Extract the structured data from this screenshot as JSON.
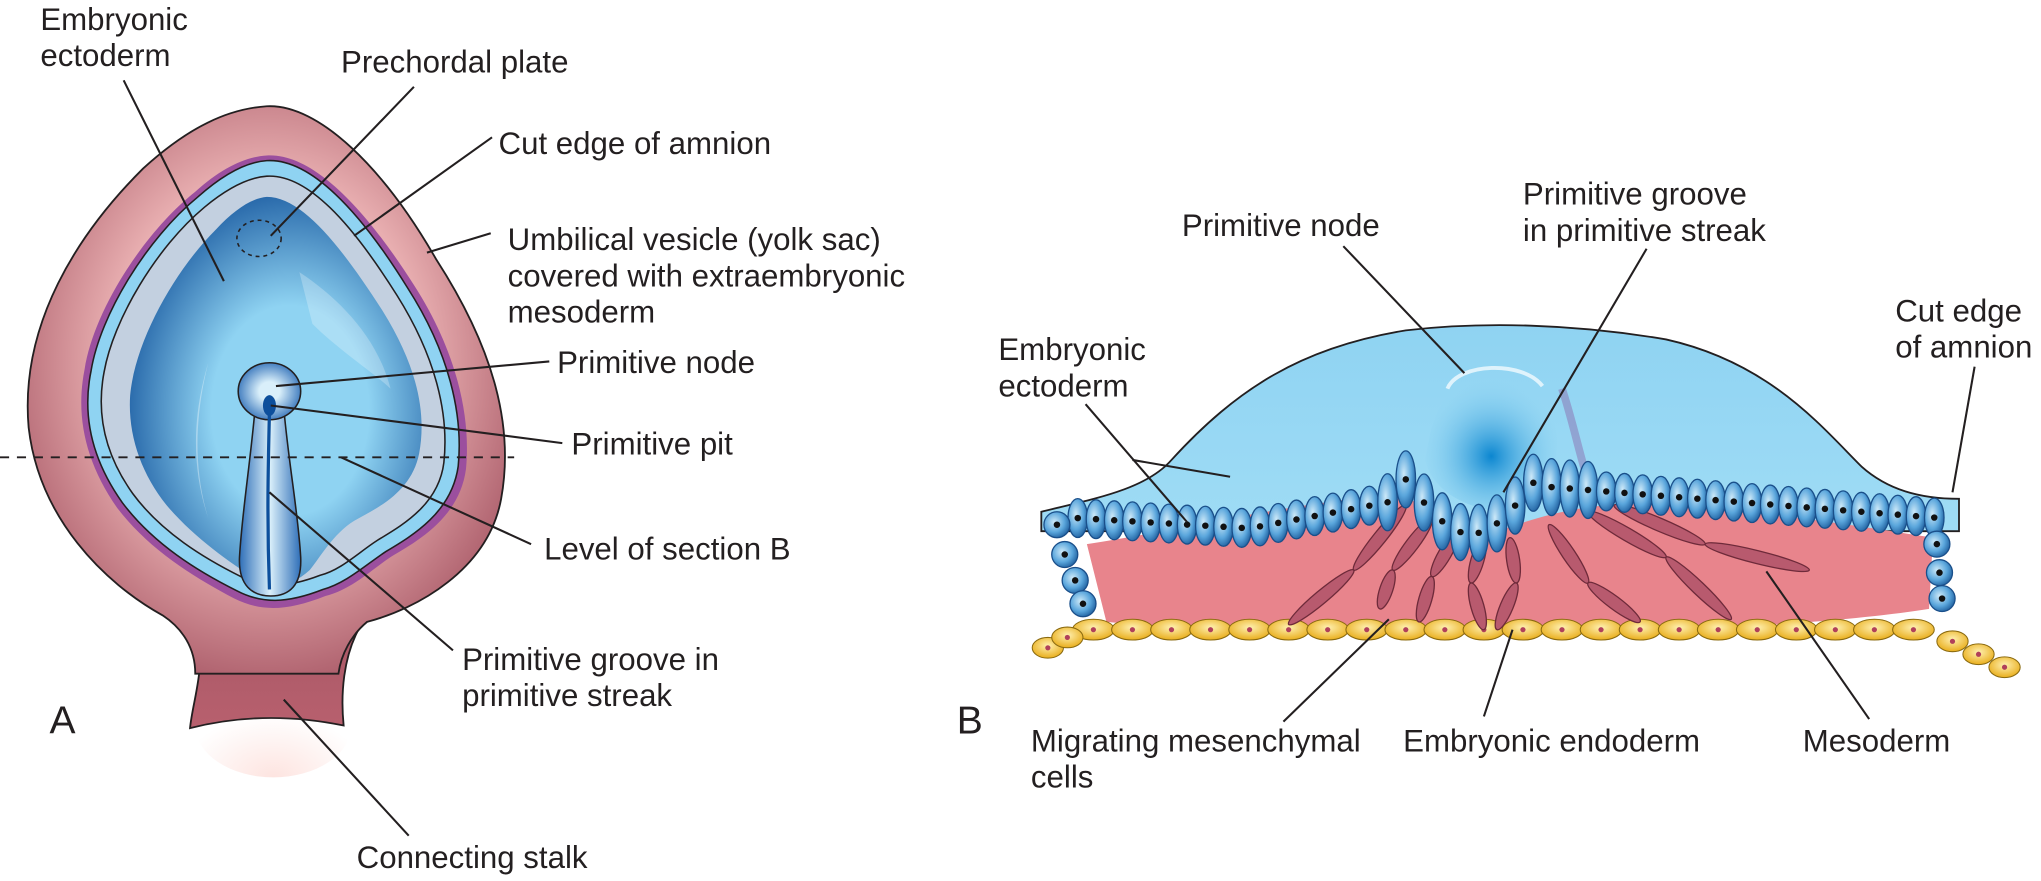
{
  "figure": {
    "panels": [
      {
        "id": "A",
        "label": "A",
        "labels": {
          "embryonic_ectoderm": [
            "Embryonic",
            "ectoderm"
          ],
          "prechordal_plate": [
            "Prechordal plate"
          ],
          "cut_edge_amnion": [
            "Cut edge of amnion"
          ],
          "umbilical_vesicle": [
            "Umbilical vesicle (yolk sac)",
            "covered with extraembryonic",
            "mesoderm"
          ],
          "primitive_node": [
            "Primitive node"
          ],
          "primitive_pit": [
            "Primitive pit"
          ],
          "level_section_b": [
            "Level of section B"
          ],
          "primitive_groove": [
            "Primitive groove in",
            "primitive streak"
          ],
          "connecting_stalk": [
            "Connecting stalk"
          ]
        }
      },
      {
        "id": "B",
        "label": "B",
        "labels": {
          "primitive_node": [
            "Primitive node"
          ],
          "primitive_groove": [
            "Primitive groove",
            "in primitive streak"
          ],
          "embryonic_ectoderm": [
            "Embryonic",
            "ectoderm"
          ],
          "cut_edge_amnion": [
            "Cut edge",
            "of amnion"
          ],
          "migrating_mesenchymal": [
            "Migrating mesenchymal",
            "cells"
          ],
          "embryonic_endoderm": [
            "Embryonic endoderm"
          ],
          "mesoderm": [
            "Mesoderm"
          ]
        }
      }
    ],
    "colors": {
      "yolk_sac_dark": "#a85866",
      "yolk_sac_light": "#e8aeb0",
      "purple_rim": "#9b4f9e",
      "amnion_light_blue": "#8fd3f2",
      "gray_blue": "#c3d0e0",
      "ectoderm_blue": "#2f7fc4",
      "ectoderm_deep": "#1a5aa0",
      "mesoderm_pink": "#e8848c",
      "mesenchymal_cell": "#b85a6e",
      "endoderm_yellow": "#f2c33a"
    }
  }
}
